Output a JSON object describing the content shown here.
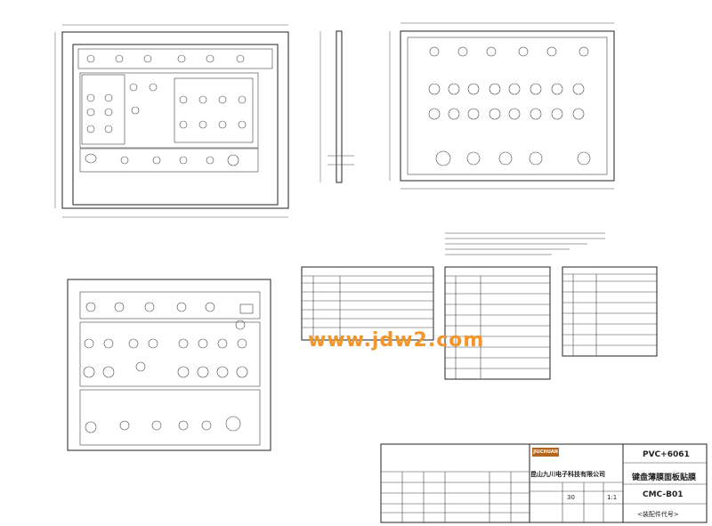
{
  "watermark": "www.jdw2.com",
  "title_block": {
    "material": "PVC+6061",
    "part_name": "键盘薄膜面板贴膜",
    "drawing_no": "CMC-B01",
    "assembly_note": "<装配件代号>",
    "company": "昆山九川电子科技有限公司",
    "scale": "1:1",
    "quantity": "30",
    "logo": "JIUCHUAN"
  },
  "colors": {
    "line": "#222222",
    "watermark": "#f2962b",
    "logo_bg": "#b5651d"
  }
}
